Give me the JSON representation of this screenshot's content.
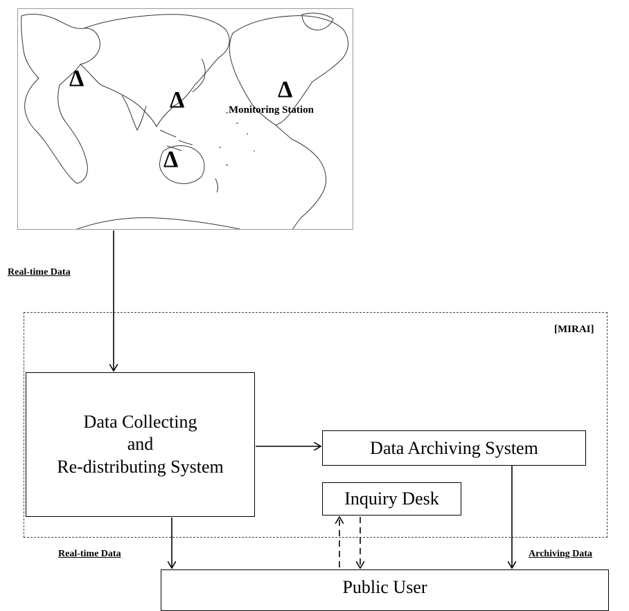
{
  "map": {
    "station_label": "Monitoring  Station",
    "station_symbol": "Δ"
  },
  "flows": {
    "realtime_top": "Real-time Data",
    "realtime_bottom": "Real-time Data",
    "archiving": "Archiving  Data"
  },
  "mirai": {
    "label": "[MIRAI]"
  },
  "boxes": {
    "collect_lines": [
      "Data Collecting",
      "and",
      "Re-distributing  System"
    ],
    "archive": "Data Archiving System",
    "inquiry": "Inquiry Desk",
    "public": "Public User"
  }
}
